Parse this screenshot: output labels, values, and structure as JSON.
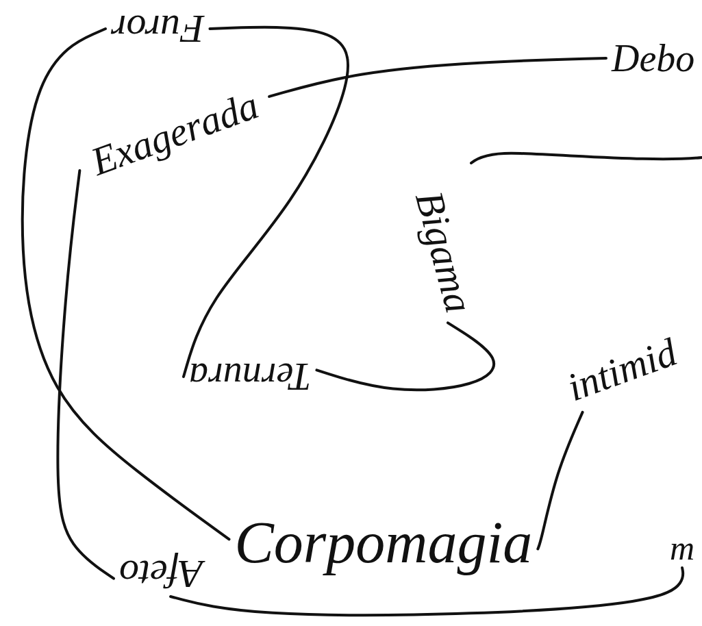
{
  "diagram": {
    "nodes": [
      {
        "text": [
          "Furor"
        ]
      },
      {
        "text": [
          "Exagerada"
        ]
      },
      {
        "text": [
          "Debo"
        ]
      },
      {
        "text": [
          "Bigama"
        ]
      },
      {
        "text": [
          "Ternura"
        ]
      },
      {
        "text": [
          "intimid"
        ]
      },
      {
        "text": [
          "Corpomagia"
        ]
      },
      {
        "text": [
          "Afeto"
        ]
      },
      {
        "text": [
          "m"
        ]
      }
    ],
    "edges": [
      {
        "from": 0,
        "to": 4,
        "arrow": "none"
      },
      {
        "from": 0,
        "to": 6,
        "arrow": "none"
      },
      {
        "from": 1,
        "to": 2,
        "arrow": "none"
      },
      {
        "from": 1,
        "to": 7,
        "arrow": "none"
      },
      {
        "from": 4,
        "to": 3,
        "arrow": "none"
      },
      {
        "from": 6,
        "to": 5,
        "arrow": "none"
      },
      {
        "from": 7,
        "to": 8,
        "arrow": "none"
      }
    ]
  }
}
